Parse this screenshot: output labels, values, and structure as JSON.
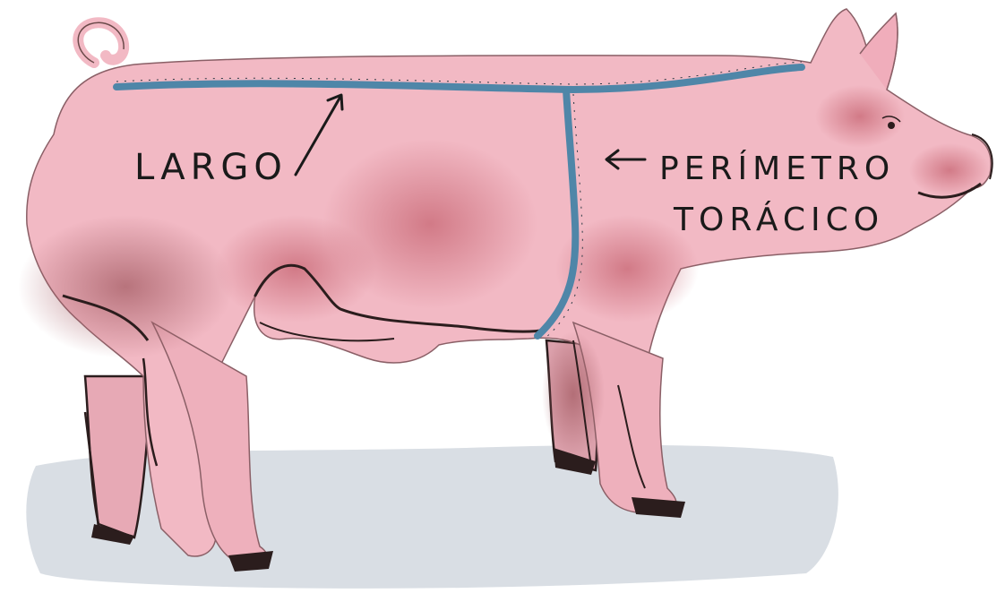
{
  "labels": {
    "length": "LARGO",
    "chest_line1": "PERÍMETRO",
    "chest_line2": "TORÁCICO"
  },
  "colors": {
    "pig_body": "#f2b9c4",
    "pig_shadow": "#d6848f",
    "outline": "#2b1d1d",
    "tape": "#4f86a8",
    "ground": "#d9dee4",
    "text": "#1a1a1a"
  }
}
